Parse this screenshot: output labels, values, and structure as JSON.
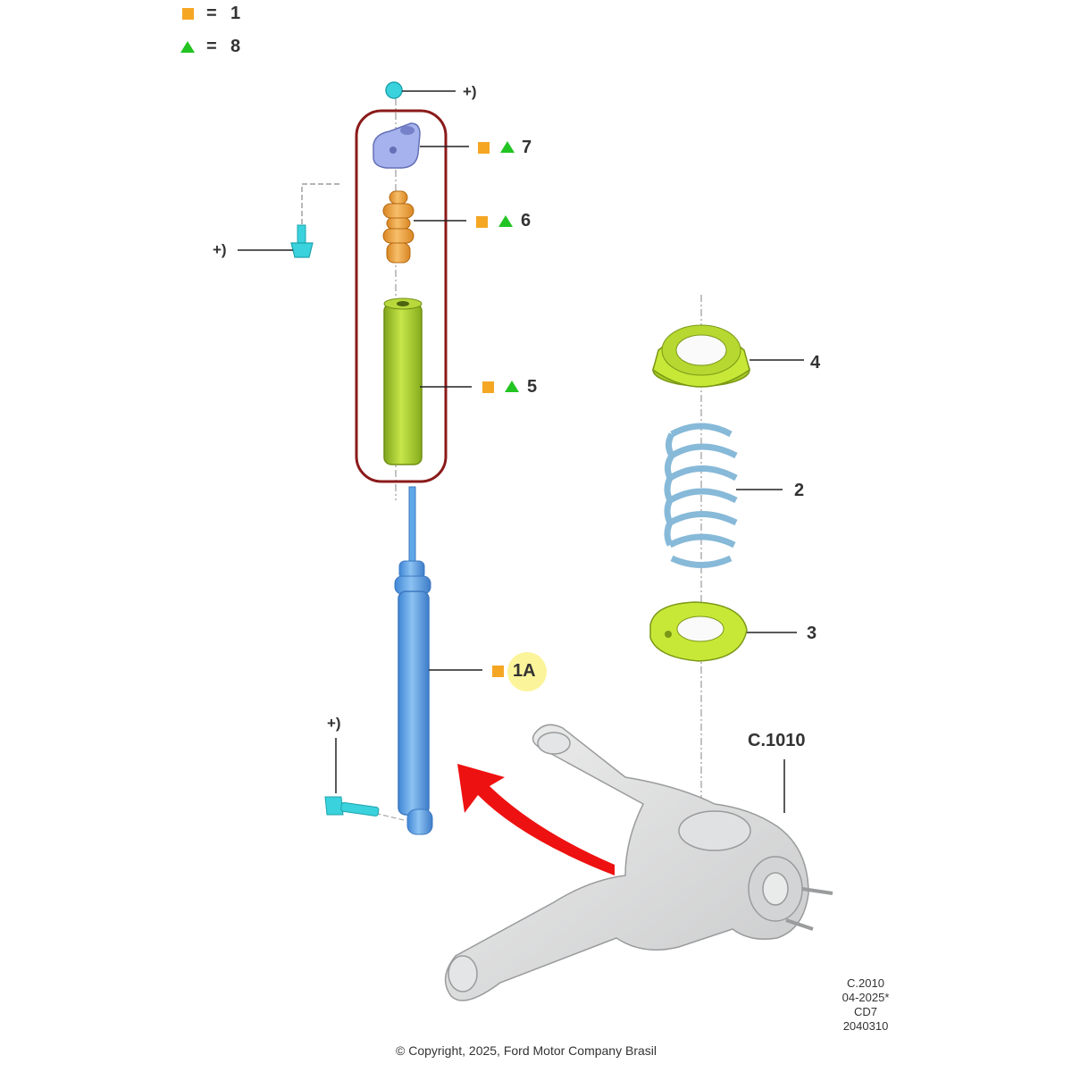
{
  "legend": [
    {
      "marker": "orange-square",
      "text": "=",
      "value": "1"
    },
    {
      "marker": "green-triangle",
      "text": "=",
      "value": "8"
    }
  ],
  "colors": {
    "square": "#f5a623",
    "triangle": "#22c422",
    "group_box": "#8b1a1a",
    "arrow": "#ee1111",
    "strut_blue": "#5fa8e8",
    "boot_green": "#a6cf2a",
    "bump_orange": "#f0a040",
    "mount_purple": "#a6b2ee",
    "spring_blue": "#b3dcef",
    "seat_green": "#c8e838",
    "fastener_cyan": "#3ad2dc",
    "knuckle_gray": "#d9dadb"
  },
  "callouts": {
    "top_nut": "+)",
    "bolt_left": "+)",
    "bolt_bottom": "+)",
    "part7": "7",
    "part6": "6",
    "part5": "5",
    "part1a": "1A",
    "part4": "4",
    "part2": "2",
    "part3": "3"
  },
  "reference": "C.1010",
  "footer_code": [
    "C.2010",
    "04-2025*",
    "CD7",
    "2040310"
  ],
  "copyright": "© Copyright, 2025, Ford Motor Company Brasil"
}
